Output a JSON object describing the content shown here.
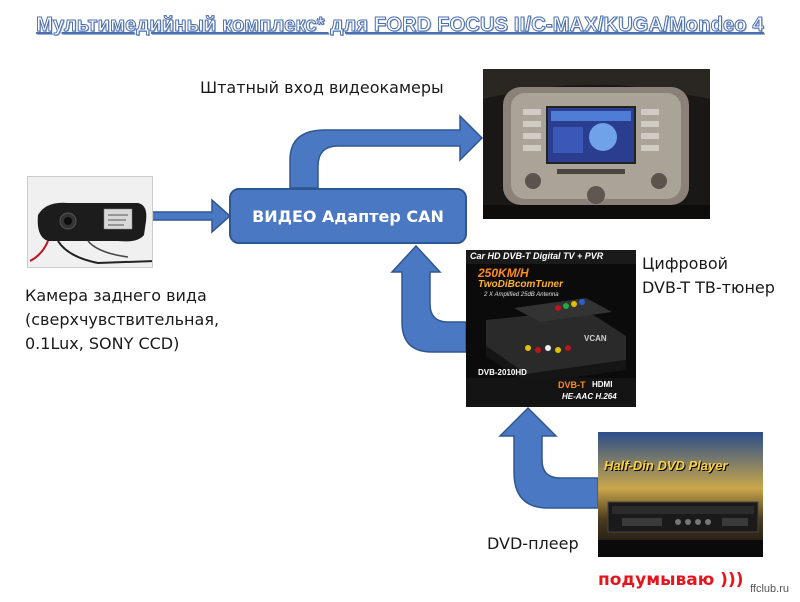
{
  "title": "Мультимедийный комплекс* для FORD FOCUS II/C-MAX/KUGA/Mondeo 4",
  "nodes": {
    "camera_input_label": "Штатный вход видеокамеры",
    "adapter_label": "ВИДЕО Адаптер CAN",
    "rear_camera_label": [
      "Камера заднего вида",
      "(сверхчувствительная,",
      "0.1Lux, SONY CCD)"
    ],
    "tv_tuner_label": [
      "Цифровой",
      "DVB-T ТВ-тюнер"
    ],
    "dvd_label": "DVD-плеер"
  },
  "tuner_box": {
    "header": "Car HD DVB-T Digital TV + PVR",
    "speed": "250KM/H",
    "tuner": "TwoDiBcomTuner",
    "antenna": "2 X Amplified 25dB Antenna",
    "model": "DVB-2010HD",
    "brand": "VCAN",
    "codec": "HE-AAC H.264",
    "dvbt": "DVB-T",
    "hdmi": "HDMI"
  },
  "dvd_box": {
    "header": "Half-Din DVD Player"
  },
  "footer": "подумываю )))",
  "watermark": "ffclub.ru",
  "colors": {
    "arrow_fill": "#4a78c2",
    "arrow_stroke": "#2f578f",
    "footer": "#e8141b"
  }
}
